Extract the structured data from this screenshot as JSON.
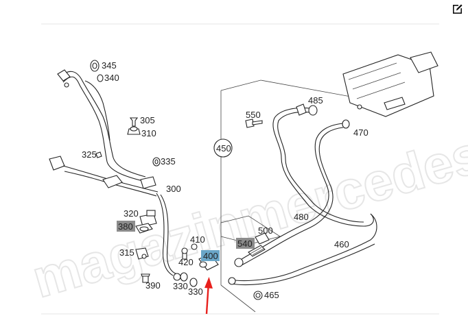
{
  "toolbar": {
    "edit_icon": "edit-pencil-icon"
  },
  "watermark": "magazinmercedes.ru",
  "colors": {
    "highlight_gray": "#8c8c8c",
    "highlight_blue": "#6aa6c8",
    "arrow_red": "#e8201c"
  },
  "callouts": {
    "c345": "345",
    "c340": "340",
    "c305": "305",
    "c310": "310",
    "c325": "325",
    "c335": "335",
    "c300": "300",
    "c320": "320",
    "c380": "380",
    "c315": "315",
    "c390": "390",
    "c410": "410",
    "c400": "400",
    "c420": "420",
    "c330a": "330",
    "c330b": "330",
    "c450": "450",
    "c550": "550",
    "c485": "485",
    "c470": "470",
    "c480": "480",
    "c500": "500",
    "c540": "540",
    "c460": "460",
    "c465": "465"
  }
}
